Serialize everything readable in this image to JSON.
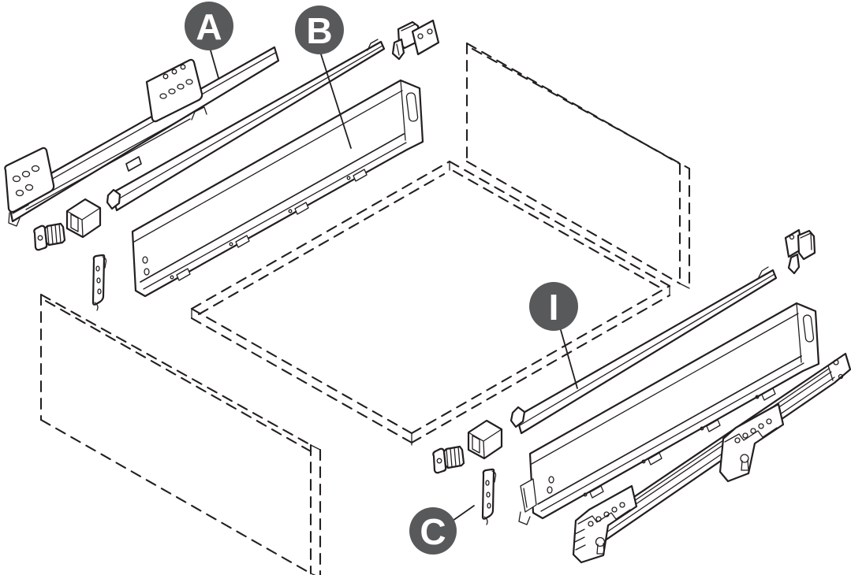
{
  "figure": {
    "background_color": "#ffffff",
    "line_color": "#231f20",
    "callout_circle_color": "#58595b",
    "callout_letter_color": "#ffffff",
    "callouts": [
      {
        "label": "A"
      },
      {
        "label": "B"
      },
      {
        "label": "I"
      },
      {
        "label": "C"
      }
    ]
  }
}
